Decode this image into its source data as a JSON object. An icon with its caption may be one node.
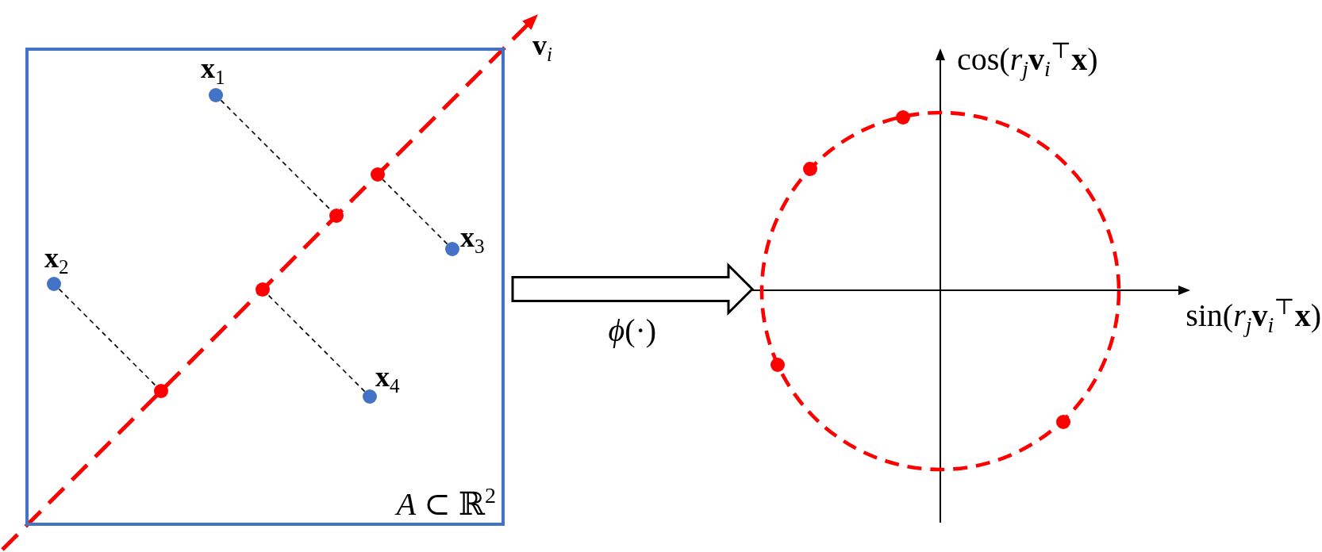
{
  "diagram": {
    "nodes": [
      {
        "text": [
          "*A* ⊂ ℝ$^{2}$"
        ]
      },
      {
        "text": [
          "**x**$_{1}$"
        ],
        "in": 0
      },
      {
        "text": [],
        "shape": "circle",
        "in": 0
      },
      {
        "text": [],
        "shape": "circle",
        "in": 0
      },
      {
        "text": [
          "**x**$_{3}$"
        ],
        "in": 0
      },
      {
        "text": [
          "**x**$_{2}$"
        ],
        "in": 0
      },
      {
        "text": [],
        "shape": "circle",
        "in": 0
      },
      {
        "text": [],
        "shape": "circle",
        "in": 0
      },
      {
        "text": [
          "**x**$_{4}$"
        ],
        "in": 0
      },
      {
        "text": [],
        "shape": "circle"
      },
      {
        "text": [],
        "shape": "circle"
      },
      {
        "text": [],
        "shape": "circle"
      },
      {
        "text": [],
        "shape": "circle"
      },
      {
        "text": [],
        "shape": "circle"
      }
    ],
    "edges": [
      {
        "from": 1,
        "to": 3,
        "arrow": "none",
        "style": "dashed"
      },
      {
        "from": 4,
        "to": 2,
        "arrow": "none",
        "style": "dashed"
      },
      {
        "from": 5,
        "to": 7,
        "arrow": "none",
        "style": "dashed"
      },
      {
        "from": 8,
        "to": 6,
        "arrow": "none",
        "style": "dashed"
      },
      {
        "from": 0,
        "to": 9,
        "arrow": "to",
        "label": "*ϕ*(·)",
        "style": "thick"
      }
    ],
    "labels": [
      "**v**$_{i}$",
      "cos(*r*$_{j}$**v**$_{i}$$^{⊤}$**x**)",
      "sin(*r*$_{j}$**v**$_{i}$$^{⊤}$**x**)"
    ]
  }
}
